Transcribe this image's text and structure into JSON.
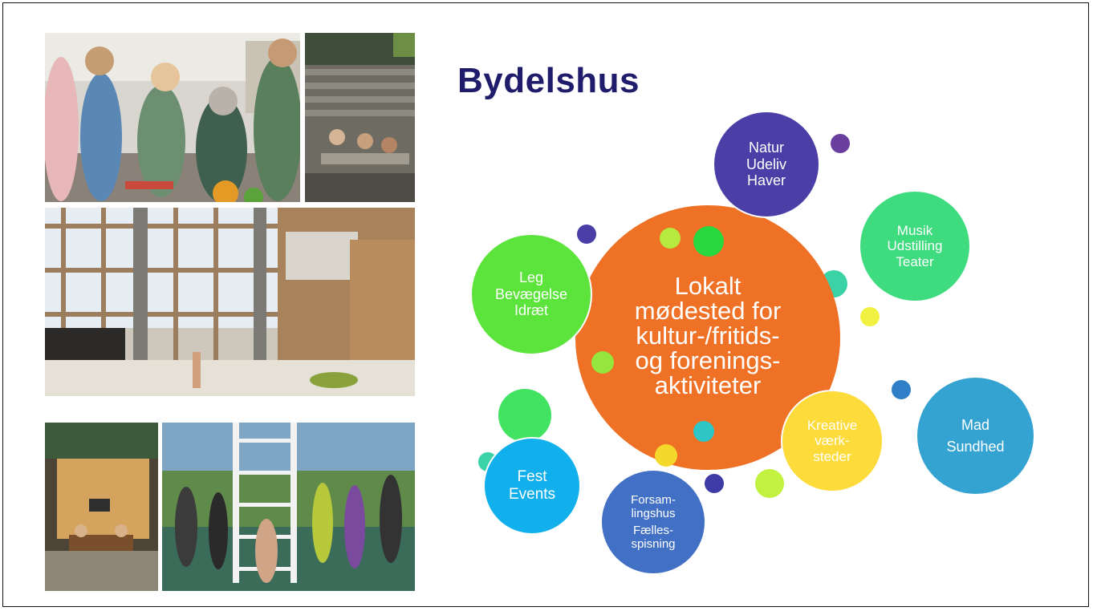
{
  "slide": {
    "title": "Bydelshus"
  },
  "photos": [
    {
      "name": "cooking-workshop-photo"
    },
    {
      "name": "outdoor-stairs-photo"
    },
    {
      "name": "atrium-hall-photo"
    },
    {
      "name": "meeting-room-photo"
    },
    {
      "name": "outdoor-training-photo"
    }
  ],
  "diagram": {
    "center": {
      "lines": [
        "Lokalt",
        "mødested for",
        "kultur-/fritids-",
        "og forenings-",
        "aktiviteter"
      ],
      "color": "#ee7125"
    },
    "bubbles": [
      {
        "id": "natur",
        "lines": [
          "Natur",
          "Udeliv",
          "Haver"
        ],
        "color": "#4b3fa7"
      },
      {
        "id": "musik",
        "lines": [
          "Musik",
          "Udstilling",
          "Teater"
        ],
        "color": "#3edb7f"
      },
      {
        "id": "leg",
        "lines": [
          "Leg",
          "Bevægelse",
          "Idræt"
        ],
        "color": "#5ce33c"
      },
      {
        "id": "kreative",
        "lines": [
          "Kreative",
          "værk-",
          "steder"
        ],
        "color": "#fddb3a"
      },
      {
        "id": "mad",
        "lines": [
          "Mad",
          "Sundhed"
        ],
        "color": "#35a3d1"
      },
      {
        "id": "fest",
        "lines": [
          "Fest",
          "Events"
        ],
        "color": "#11b0ec"
      },
      {
        "id": "forsamling",
        "lines": [
          "Forsam-",
          "lingshus",
          "Fælles-",
          "spisning"
        ],
        "color": "#4270c4"
      }
    ]
  }
}
